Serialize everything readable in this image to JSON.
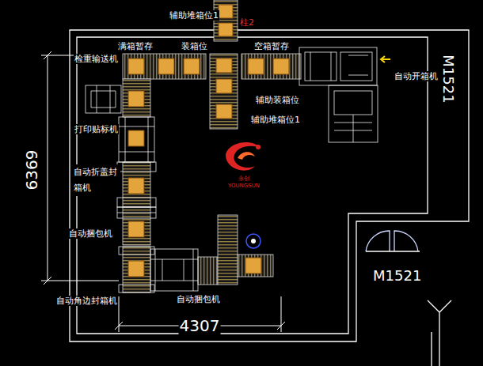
{
  "diagram": {
    "labels": [
      "辅助堆箱位1",
      "柱2",
      "满箱暂存",
      "装箱位",
      "空箱暂存",
      "M1521",
      "检重输送机",
      "自动开箱机",
      "辅助装箱位",
      "辅助堆箱位1",
      "打印贴标机",
      "自动折盖封 箱机",
      "6369",
      "永创",
      "YOUNGSUN",
      "自动捆包机",
      "M1521",
      "自动角边封箱机",
      "自动捆包机",
      "4307"
    ]
  }
}
